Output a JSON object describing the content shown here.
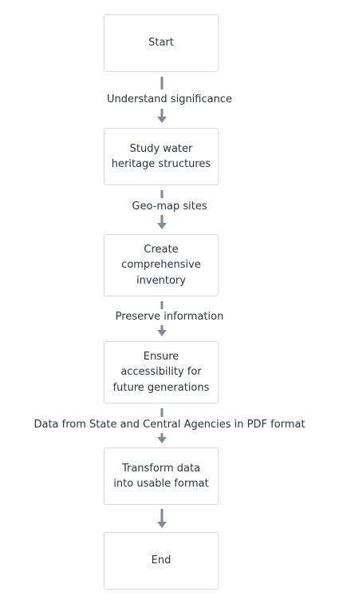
{
  "flowchart": {
    "nodes": [
      {
        "id": "start",
        "label": "Start"
      },
      {
        "id": "study",
        "label": "Study water heritage structures"
      },
      {
        "id": "inventory",
        "label": "Create comprehensive inventory"
      },
      {
        "id": "access",
        "label": "Ensure accessibility for future generations"
      },
      {
        "id": "transform",
        "label": "Transform data into usable format"
      },
      {
        "id": "end",
        "label": "End"
      }
    ],
    "edges": [
      {
        "from": "start",
        "to": "study",
        "label": "Understand significance"
      },
      {
        "from": "study",
        "to": "inventory",
        "label": "Geo-map sites"
      },
      {
        "from": "inventory",
        "to": "access",
        "label": "Preserve information"
      },
      {
        "from": "access",
        "to": "transform",
        "label": "Data from State and Central Agencies in PDF format"
      },
      {
        "from": "transform",
        "to": "end",
        "label": ""
      }
    ]
  },
  "colors": {
    "arrow": "#7d8c99",
    "node_border": "#d6dade",
    "text": "#2b3440"
  }
}
